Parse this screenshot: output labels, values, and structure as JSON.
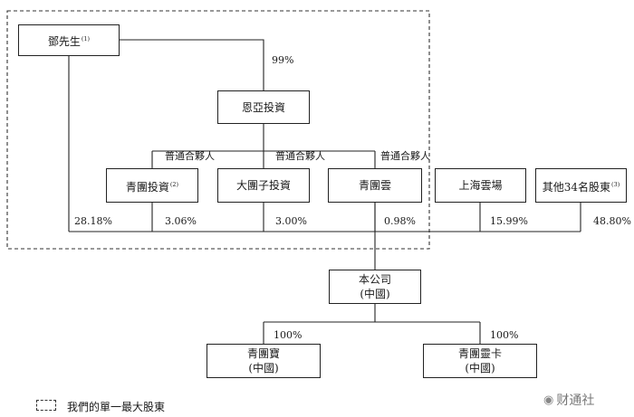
{
  "entities": {
    "deng": {
      "name": "鄧先生",
      "note": "(1)"
    },
    "enya": {
      "name": "恩亞投資"
    },
    "qingtuan_invest": {
      "name": "青團投資",
      "note": "(2)"
    },
    "datuanzi": {
      "name": "大團子投資"
    },
    "qingtuanyun": {
      "name": "青團雲"
    },
    "shanghai_yunchang": {
      "name": "上海雲場"
    },
    "others": {
      "name": "其他34名股東",
      "note": "(3)"
    },
    "company": {
      "name": "本公司",
      "sub": "(中國)"
    },
    "qingtuanbao": {
      "name": "青團寶",
      "sub": "(中國)"
    },
    "qingtuanlingka": {
      "name": "青團靈卡",
      "sub": "(中國)"
    }
  },
  "labels": {
    "p99": "99%",
    "gp1": "普通合夥人",
    "gp2": "普通合夥人",
    "gp3": "普通合夥人",
    "p_deng": "28.18%",
    "p_qtinv": "3.06%",
    "p_dtz": "3.00%",
    "p_qty": "0.98%",
    "p_shyc": "15.99%",
    "p_others": "48.80%",
    "p_qtb": "100%",
    "p_qtlk": "100%"
  },
  "legend": {
    "text": "我們的單一最大股東"
  },
  "watermark": {
    "text": "财通社"
  }
}
